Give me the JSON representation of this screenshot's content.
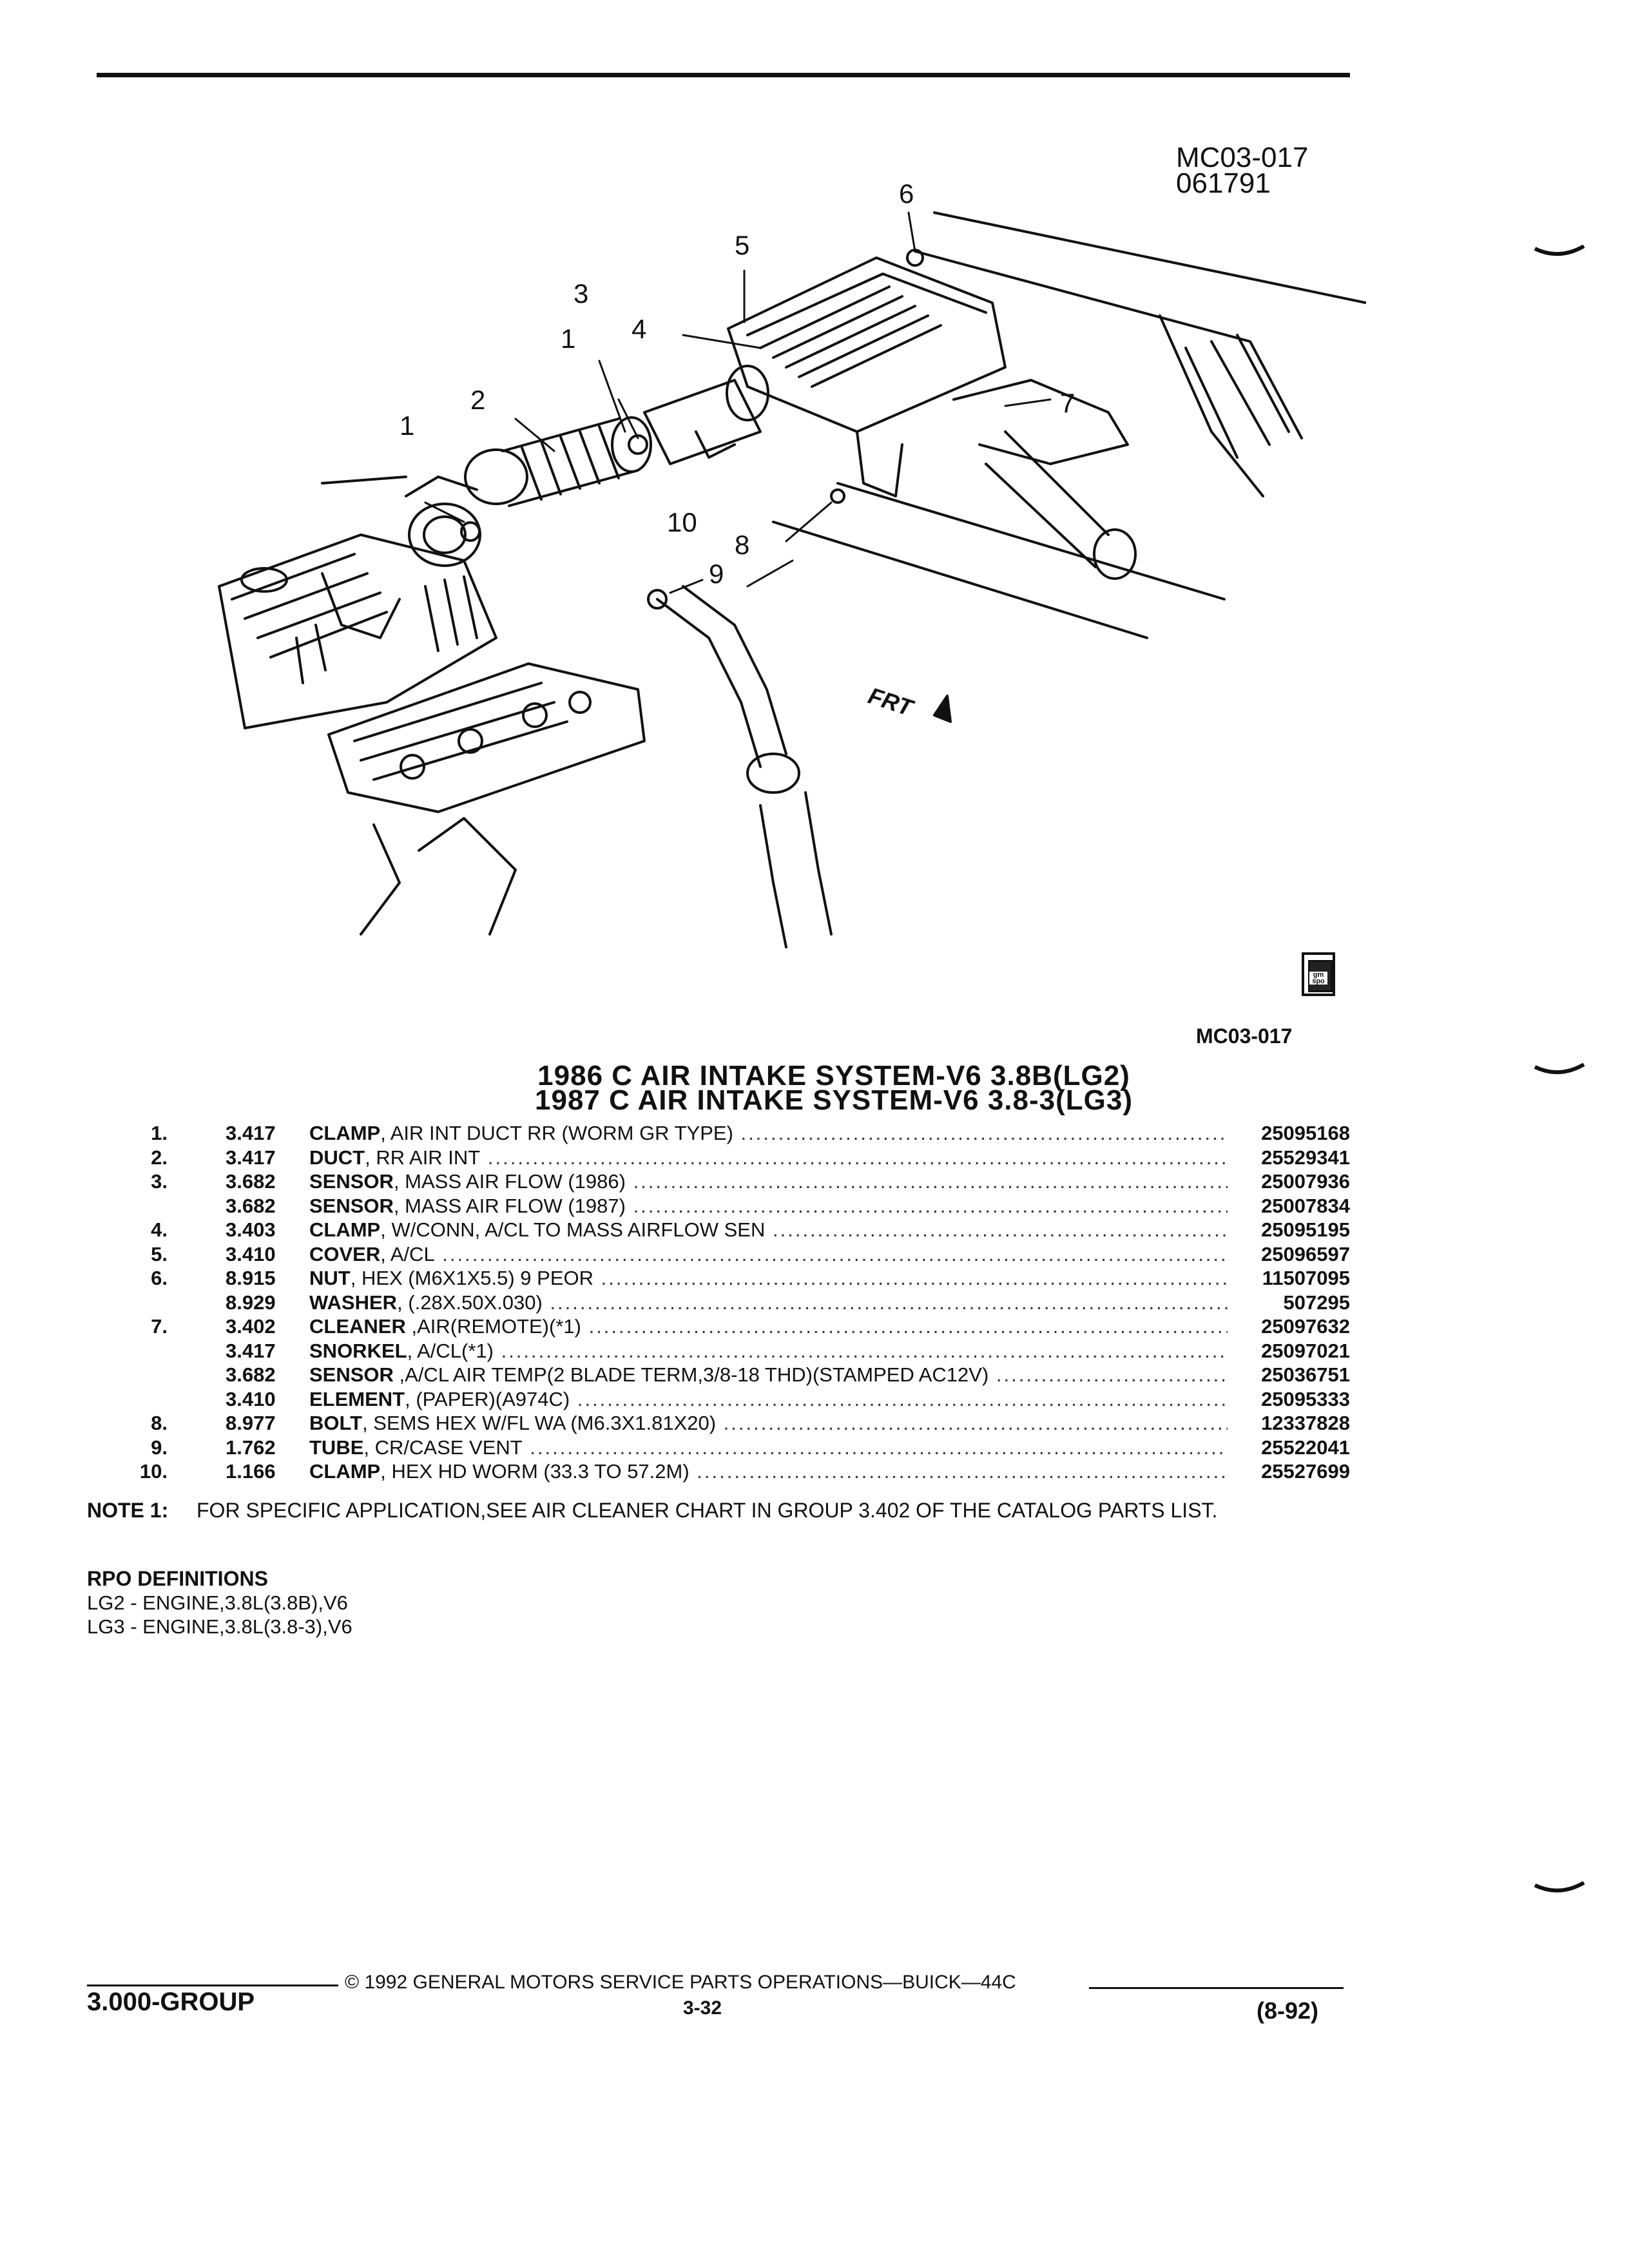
{
  "diagram": {
    "id_line1": "MC03-017",
    "id_line2": "061791",
    "callouts": [
      "1",
      "2",
      "3",
      "1",
      "4",
      "5",
      "6",
      "7",
      "8",
      "9",
      "10"
    ],
    "front_label": "FRT",
    "figure_ref": "MC03-017",
    "spo_icon_text": "gm spo"
  },
  "titles": [
    "1986 C AIR INTAKE SYSTEM-V6 3.8B(LG2)",
    "1987 C AIR INTAKE SYSTEM-V6 3.8-3(LG3)"
  ],
  "parts": [
    {
      "num": "1.",
      "group": "3.417",
      "name": "CLAMP",
      "desc": ", AIR INT DUCT RR (WORM GR TYPE)",
      "part_no": "25095168"
    },
    {
      "num": "2.",
      "group": "3.417",
      "name": "DUCT",
      "desc": ", RR AIR INT",
      "part_no": "25529341"
    },
    {
      "num": "3.",
      "group": "3.682",
      "name": "SENSOR",
      "desc": ", MASS AIR FLOW (1986)",
      "part_no": "25007936"
    },
    {
      "num": "",
      "group": "3.682",
      "name": "SENSOR",
      "desc": ", MASS AIR FLOW (1987)",
      "part_no": "25007834"
    },
    {
      "num": "4.",
      "group": "3.403",
      "name": "CLAMP",
      "desc": ", W/CONN, A/CL TO MASS AIRFLOW SEN",
      "part_no": "25095195"
    },
    {
      "num": "5.",
      "group": "3.410",
      "name": "COVER",
      "desc": ", A/CL",
      "part_no": "25096597"
    },
    {
      "num": "6.",
      "group": "8.915",
      "name": "NUT",
      "desc": ", HEX (M6X1X5.5) 9 PEOR",
      "part_no": "11507095"
    },
    {
      "num": "",
      "group": "8.929",
      "name": "WASHER",
      "desc": ", (.28X.50X.030)",
      "part_no": "507295"
    },
    {
      "num": "7.",
      "group": "3.402",
      "name": "CLEANER",
      "desc": " ,AIR(REMOTE)(*1)",
      "part_no": "25097632"
    },
    {
      "num": "",
      "group": "3.417",
      "name": "SNORKEL",
      "desc": ", A/CL(*1)",
      "part_no": "25097021"
    },
    {
      "num": "",
      "group": "3.682",
      "name": "SENSOR",
      "desc": " ,A/CL AIR TEMP(2 BLADE TERM,3/8-18 THD)(STAMPED AC12V)",
      "part_no": "25036751"
    },
    {
      "num": "",
      "group": "3.410",
      "name": "ELEMENT",
      "desc": ", (PAPER)(A974C)",
      "part_no": "25095333"
    },
    {
      "num": "8.",
      "group": "8.977",
      "name": "BOLT",
      "desc": ", SEMS HEX W/FL WA (M6.3X1.81X20)",
      "part_no": "12337828"
    },
    {
      "num": "9.",
      "group": "1.762",
      "name": "TUBE",
      "desc": ", CR/CASE VENT",
      "part_no": "25522041"
    },
    {
      "num": "10.",
      "group": "1.166",
      "name": "CLAMP",
      "desc": ", HEX HD WORM (33.3 TO 57.2M)",
      "part_no": "25527699"
    }
  ],
  "note": {
    "label": "NOTE 1:",
    "text": "FOR SPECIFIC APPLICATION,SEE AIR CLEANER CHART IN GROUP 3.402 OF THE CATALOG PARTS LIST."
  },
  "rpo": {
    "heading": "RPO DEFINITIONS",
    "lines": [
      "LG2 - ENGINE,3.8L(3.8B),V6",
      "LG3 - ENGINE,3.8L(3.8-3),V6"
    ]
  },
  "footer": {
    "copyright": "© 1992 GENERAL MOTORS SERVICE PARTS OPERATIONS—BUICK—44C",
    "group": "3.000-GROUP",
    "page": "3-32",
    "date": "(8-92)"
  }
}
